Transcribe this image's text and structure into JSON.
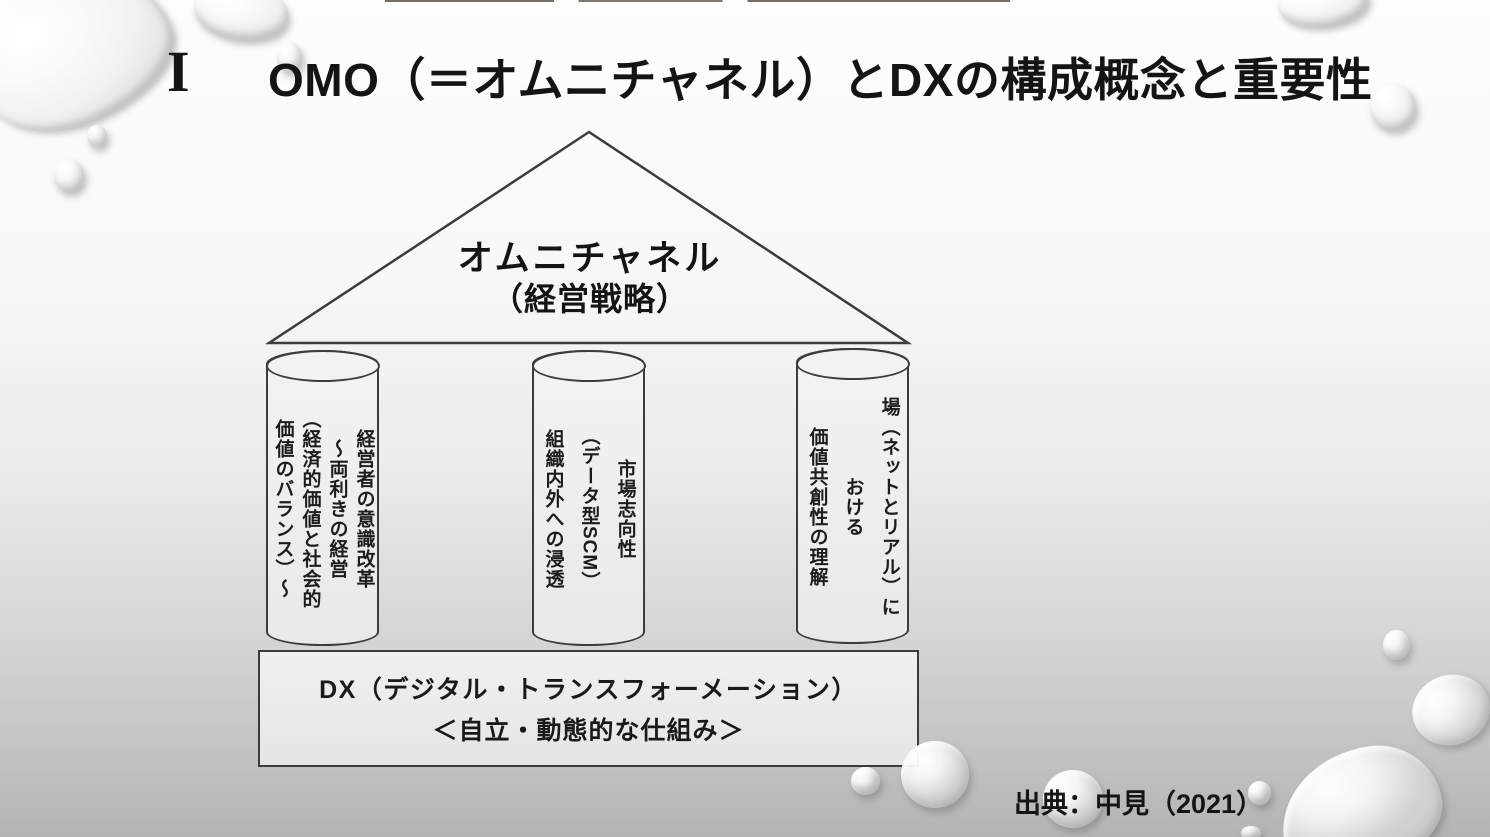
{
  "slide": {
    "section_number": "I",
    "title": "OMO（＝オムニチャネル）とDXの構成概念と重要性",
    "roof": {
      "line1": "オムニチャネル",
      "line2": "（経営戦略）"
    },
    "pillars": [
      {
        "name": "pillar-left",
        "lines": [
          "経営者の意識改革",
          "～両利きの経営",
          "（経済的価値と社会的",
          "価値のバランス）～"
        ]
      },
      {
        "name": "pillar-center",
        "lines": [
          "市場志向性",
          "（データ型SCM）",
          "組織内外への浸透"
        ]
      },
      {
        "name": "pillar-right",
        "lines": [
          "場（ネットとリアル）に",
          "おける",
          "価値共創性の理解"
        ]
      }
    ],
    "foundation": {
      "line1": "DX（デジタル・トランスフォーメーション）",
      "line2": "＜自立・動態的な仕組み＞"
    },
    "citation": "出典：中見（2021）"
  },
  "colors": {
    "text": "#141414",
    "outline": "#3c3c3c",
    "shape_fill": "#e9e9e8",
    "background_top": "#fdfdfc",
    "background_bottom": "#b4b4b3"
  }
}
